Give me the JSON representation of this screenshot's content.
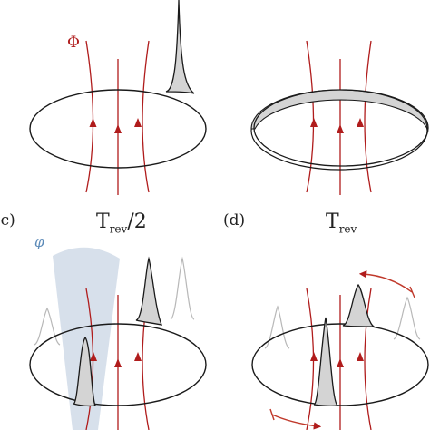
{
  "labels": {
    "flux_symbol": "Φ",
    "phase_symbol": "φ",
    "panel_c": "(c)",
    "panel_d": "(d)",
    "t_half_main": "T",
    "t_half_sub": "rev",
    "t_half_suffix": "/2",
    "t_rev_main": "T",
    "t_rev_sub": "rev"
  },
  "colors": {
    "ring": "#1a1a1a",
    "flux_line": "#b01c1c",
    "flux_label": "#b01c1c",
    "phase_label": "#5b8ab8",
    "phase_beam": "#c9d6e4",
    "wavepacket_fill": "#d4d4d4",
    "ghost_packet": "#b8b8b8",
    "rotation_arrow": "#c0392b"
  }
}
